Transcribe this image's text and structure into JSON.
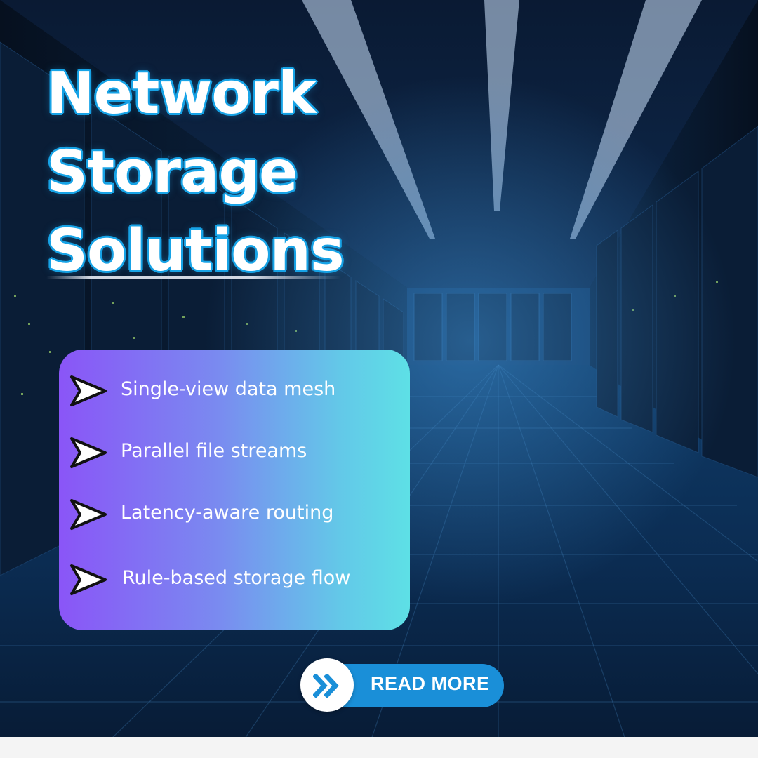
{
  "title": {
    "line1": "Network",
    "line2": "Storage",
    "line3": "Solutions"
  },
  "features": [
    {
      "label": "Single-view data mesh",
      "icon": "arrow-right-icon"
    },
    {
      "label": "Parallel file streams",
      "icon": "arrow-right-icon"
    },
    {
      "label": "Latency-aware routing",
      "icon": "arrow-right-icon"
    },
    {
      "label": "Rule-based storage flow",
      "icon": "arrow-right-icon"
    }
  ],
  "cta": {
    "label": "READ MORE",
    "icon": "double-chevron-right-icon"
  },
  "colors": {
    "title_outline": "#17a3e6",
    "card_start": "#8a55f7",
    "card_end": "#5ee0e6",
    "cta_bg": "#1a8fd8"
  }
}
